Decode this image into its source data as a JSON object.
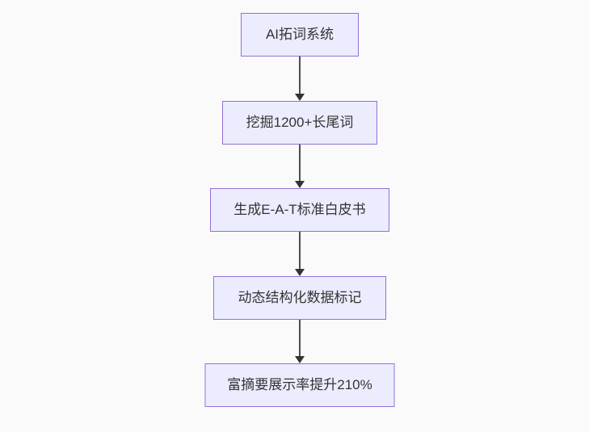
{
  "diagram": {
    "type": "flowchart",
    "direction": "top-down",
    "nodes": [
      {
        "id": "A",
        "label": "AI拓词系统"
      },
      {
        "id": "B",
        "label": "挖掘1200+长尾词"
      },
      {
        "id": "C",
        "label": "生成E-A-T标准白皮书"
      },
      {
        "id": "D",
        "label": "动态结构化数据标记"
      },
      {
        "id": "E",
        "label": "富摘要展示率提升210%"
      }
    ],
    "edges": [
      {
        "from": "A",
        "to": "B",
        "style": "arrow-down"
      },
      {
        "from": "B",
        "to": "C",
        "style": "arrow-down"
      },
      {
        "from": "C",
        "to": "D",
        "style": "arrow-down"
      },
      {
        "from": "D",
        "to": "E",
        "style": "arrow-down"
      }
    ],
    "colors": {
      "node_fill": "#ECECFF",
      "node_border": "#9370DB",
      "edge_line": "#4d4d4d",
      "arrowhead": "#333333",
      "text": "#333333",
      "background": "#FAFAFA"
    }
  }
}
